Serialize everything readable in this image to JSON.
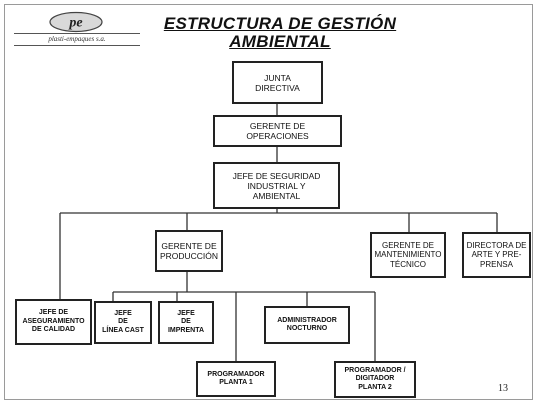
{
  "logo": {
    "mark": "pe",
    "subtitle": "plasti-empaques s.a."
  },
  "title": {
    "line1": "ESTRUCTURA DE GESTIÓN",
    "line2": "AMBIENTAL"
  },
  "nodes": {
    "junta": "JUNTA\nDIRECTIVA",
    "gerente_operaciones": "GERENTE DE\nOPERACIONES",
    "jefe_seguridad": "JEFE DE SEGURIDAD\nINDUSTRIAL Y\nAMBIENTAL",
    "gerente_produccion": "GERENTE DE\nPRODUCCIÓN",
    "gerente_mantenimiento": "GERENTE DE\nMANTENIMIENTO\nTÉCNICO",
    "directora_arte": "DIRECTORA DE\nARTE Y PRE-\nPRENSA",
    "jefe_calidad": "JEFE DE\nASEGURAMIENTO\nDE CALIDAD",
    "jefe_linea_cast": "JEFE\nDE\nLÍNEA CAST",
    "jefe_imprenta": "JEFE\nDE\nIMPRENTA",
    "administrador_nocturno": "ADMINISTRADOR\nNOCTURNO",
    "programador_planta1": "PROGRAMADOR\nPLANTA 1",
    "programador_digitador_planta2": "PROGRAMADOR /\nDIGITADOR\nPLANTA 2"
  },
  "page_number": "13",
  "colors": {
    "line": "#333333",
    "box_border": "#222222",
    "text": "#111111"
  }
}
